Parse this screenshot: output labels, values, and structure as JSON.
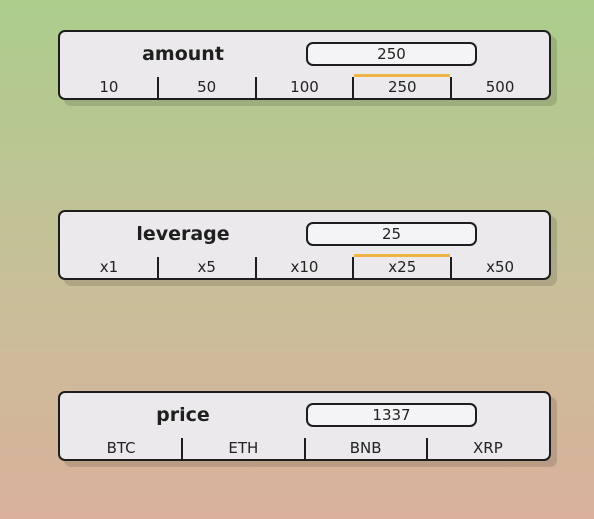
{
  "amount": {
    "label": "amount",
    "value": "250",
    "options": [
      "10",
      "50",
      "100",
      "250",
      "500"
    ],
    "selected_index": 3
  },
  "leverage": {
    "label": "leverage",
    "value": "25",
    "options": [
      "x1",
      "x5",
      "x10",
      "x25",
      "x50"
    ],
    "selected_index": 3
  },
  "price": {
    "label": "price",
    "value": "1337",
    "options": [
      "BTC",
      "ETH",
      "BNB",
      "XRP"
    ],
    "selected_index": null
  },
  "colors": {
    "selected_indicator": "#f0b445",
    "card_background": "#ebe9ec",
    "gradient_top": "#abcd8c",
    "gradient_bottom": "#d9b09b"
  }
}
